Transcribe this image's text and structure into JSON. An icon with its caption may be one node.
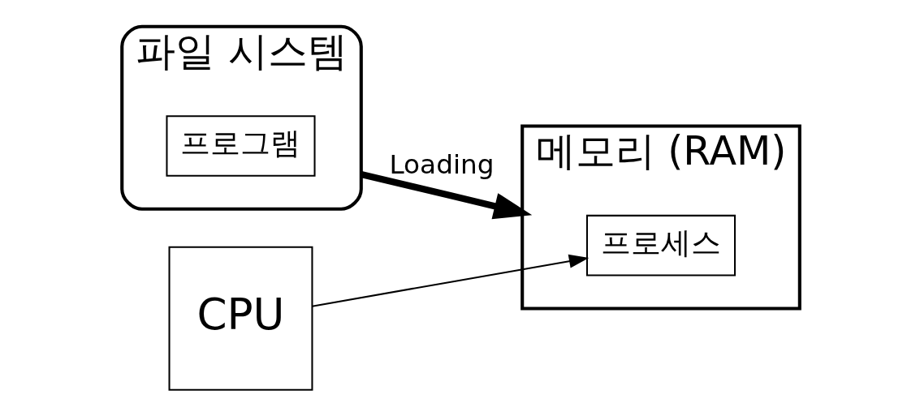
{
  "diagram": {
    "nodes": [
      {
        "text": [
          "파일 시스템"
        ]
      },
      {
        "text": [
          "프로그램"
        ],
        "in": 0
      },
      {
        "text": [
          "메모리 (RAM)"
        ]
      },
      {
        "text": [
          "프로세스"
        ],
        "in": 2
      },
      {
        "text": [
          "CPU"
        ]
      }
    ],
    "edges": [
      {
        "from": 0,
        "to": 2,
        "arrow": "to",
        "label": "Loading",
        "style": "thick"
      },
      {
        "from": 4,
        "to": 3,
        "arrow": "to"
      }
    ]
  }
}
